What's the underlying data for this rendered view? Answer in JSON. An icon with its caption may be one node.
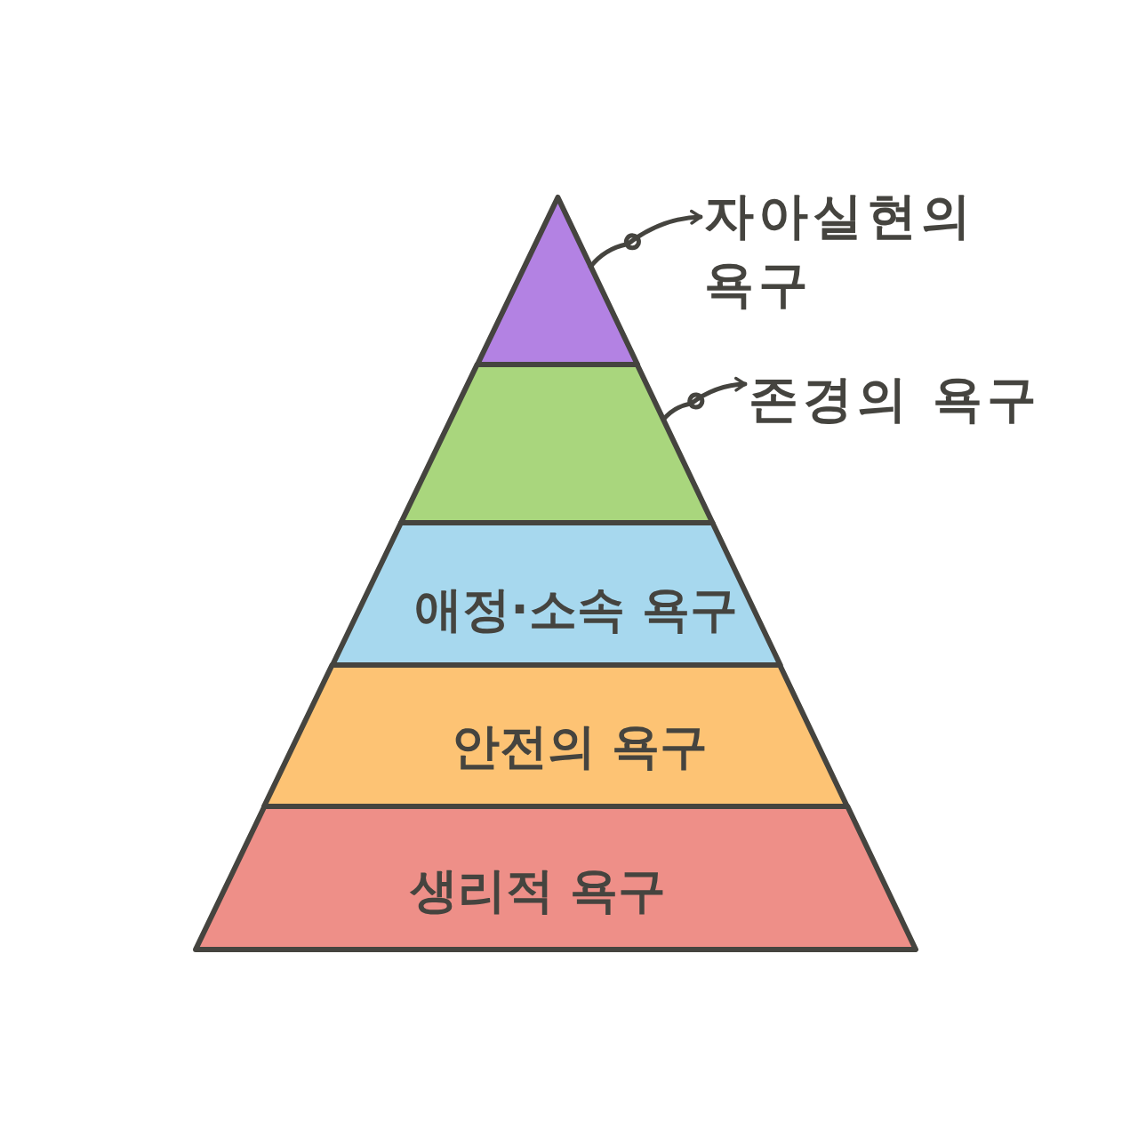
{
  "diagram": {
    "nodes": [
      {
        "text": [],
        "shape": "triangle"
      },
      {
        "text": [
          "자아실현의 욕구"
        ]
      },
      {
        "text": [],
        "shape": "band"
      },
      {
        "text": [
          "존경의 욕구"
        ]
      },
      {
        "text": [
          "애정·소속 욕구"
        ]
      },
      {
        "text": [
          "안전의 욕구"
        ]
      },
      {
        "text": [
          "생리적 욕구"
        ]
      }
    ],
    "edges": [
      {
        "from": 0,
        "to": 1,
        "arrow": "to"
      },
      {
        "from": 2,
        "to": 3,
        "arrow": "to"
      }
    ]
  }
}
